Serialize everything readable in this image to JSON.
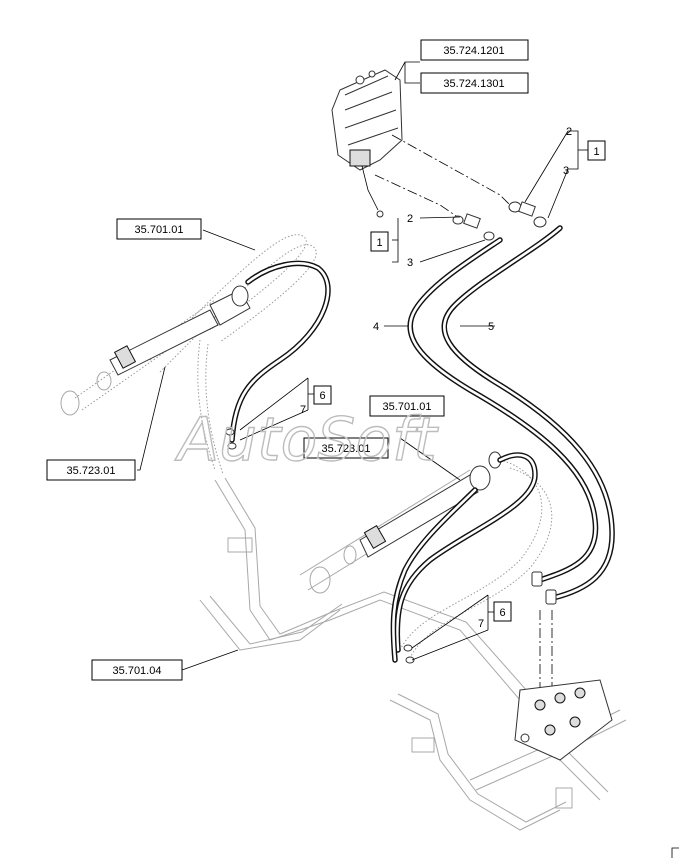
{
  "watermark": "AutoSoft",
  "references": [
    {
      "id": "ref-35-724-1201",
      "label": "35.724.1201"
    },
    {
      "id": "ref-35-724-1301",
      "label": "35.724.1301"
    },
    {
      "id": "ref-35-701-01-left",
      "label": "35.701.01"
    },
    {
      "id": "ref-35-723-01-left",
      "label": "35.723.01"
    },
    {
      "id": "ref-35-701-01-mid",
      "label": "35.701.01"
    },
    {
      "id": "ref-35-723-01-mid",
      "label": "35.723.01"
    },
    {
      "id": "ref-35-701-04",
      "label": "35.701.04"
    }
  ],
  "boxed_callouts": [
    {
      "id": "box-1-right",
      "label": "1"
    },
    {
      "id": "box-1-left",
      "label": "1"
    },
    {
      "id": "box-6-upper",
      "label": "6"
    },
    {
      "id": "box-6-lower",
      "label": "6"
    }
  ],
  "callouts": [
    {
      "id": "c-2-right",
      "label": "2"
    },
    {
      "id": "c-3-right",
      "label": "3"
    },
    {
      "id": "c-2-left",
      "label": "2"
    },
    {
      "id": "c-3-left",
      "label": "3"
    },
    {
      "id": "c-4",
      "label": "4"
    },
    {
      "id": "c-5",
      "label": "5"
    },
    {
      "id": "c-7-upper",
      "label": "7"
    },
    {
      "id": "c-7-lower",
      "label": "7"
    }
  ]
}
